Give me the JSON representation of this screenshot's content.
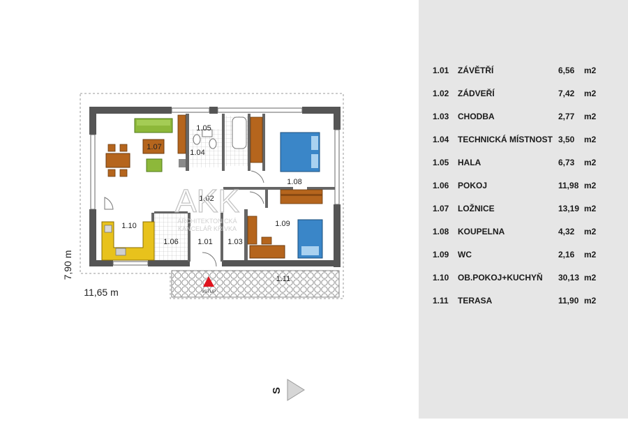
{
  "plan": {
    "dim_width": "11,65 m",
    "dim_height": "7,90 m",
    "entrance_label": "VSTUP",
    "orientation_letter": "S",
    "watermark_main": "AKK",
    "watermark_line1": "ARCHITEKTONICKÁ",
    "watermark_line2": "KANCELÁŘ KŘIVKA",
    "room_labels": {
      "r101": "1.01",
      "r102": "1.02",
      "r103": "1.03",
      "r104": "1.04",
      "r105": "1.05",
      "r106": "1.06",
      "r107": "1.07",
      "r108": "1.08",
      "r109": "1.09",
      "r110": "1.10",
      "r111": "1.11"
    }
  },
  "legend": {
    "rooms": [
      {
        "code": "1.01",
        "name": "ZÁVĚTŘÍ",
        "area": "6,56",
        "unit": "m2"
      },
      {
        "code": "1.02",
        "name": "ZÁDVEŘÍ",
        "area": "7,42",
        "unit": "m2"
      },
      {
        "code": "1.03",
        "name": "CHODBA",
        "area": "2,77",
        "unit": "m2"
      },
      {
        "code": "1.04",
        "name": "TECHNICKÁ MÍSTNOST",
        "area": "3,50",
        "unit": "m2"
      },
      {
        "code": "1.05",
        "name": "HALA",
        "area": "6,73",
        "unit": "m2"
      },
      {
        "code": "1.06",
        "name": "POKOJ",
        "area": "11,98",
        "unit": "m2"
      },
      {
        "code": "1.07",
        "name": "LOŽNICE",
        "area": "13,19",
        "unit": "m2"
      },
      {
        "code": "1.08",
        "name": "KOUPELNA",
        "area": "4,32",
        "unit": "m2"
      },
      {
        "code": "1.09",
        "name": "WC",
        "area": "2,16",
        "unit": "m2"
      },
      {
        "code": "1.10",
        "name": "OB.POKOJ+KUCHYŇ",
        "area": "30,13",
        "unit": "m2"
      },
      {
        "code": "1.11",
        "name": "TERASA",
        "area": "11,90",
        "unit": "m2"
      }
    ]
  },
  "colors": {
    "wall": "#555555",
    "sofa": "#8db83a",
    "kitchen": "#e8c21c",
    "bed": "#3a86c8",
    "wood": "#b5651d",
    "arrow": "#e0141e",
    "panel": "#e6e6e6"
  }
}
